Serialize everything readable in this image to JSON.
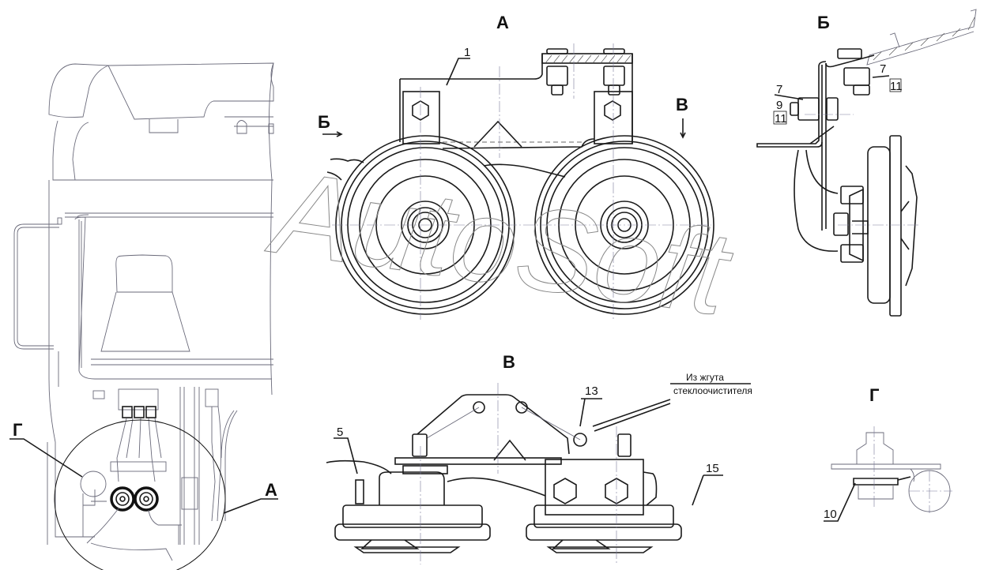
{
  "drawing": {
    "subject": "Horn (signal) mounting assembly on truck cab",
    "watermark": "AutoSoft",
    "views": {
      "A": {
        "label": "А",
        "callout_label": "А"
      },
      "B": {
        "label": "Б",
        "arrow_label": "Б"
      },
      "V": {
        "label": "В",
        "arrow_label": "В"
      },
      "G": {
        "label": "Г",
        "callout_label": "Г"
      }
    },
    "position_numbers": {
      "view_a": [
        "1"
      ],
      "view_b_upper": [
        "7",
        "11"
      ],
      "view_b_lower": [
        "7",
        "9",
        "11"
      ],
      "view_v": [
        "5",
        "13",
        "15"
      ],
      "view_g": [
        "10"
      ]
    },
    "notes": {
      "wiper_harness_line1": "Из жгута",
      "wiper_harness_line2": "стеклоочистителя"
    },
    "colors": {
      "line": "#1a1a1a",
      "thin_line": "#6a6a7a",
      "center_line": "#7a7a9a",
      "background": "#ffffff"
    }
  }
}
